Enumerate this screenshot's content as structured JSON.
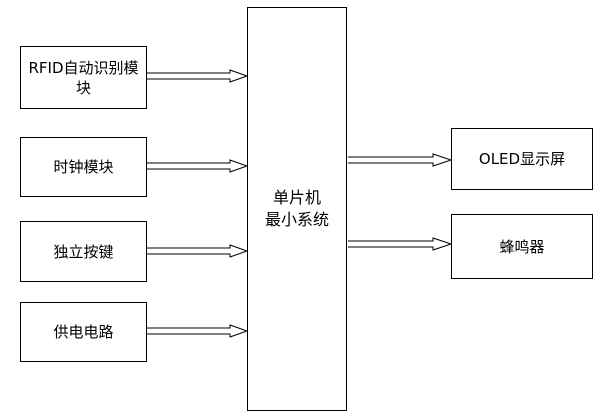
{
  "diagram": {
    "inputs": [
      {
        "id": "rfid",
        "label": "RFID自动识别模块"
      },
      {
        "id": "clock",
        "label": "时钟模块"
      },
      {
        "id": "keys",
        "label": "独立按键"
      },
      {
        "id": "power",
        "label": "供电电路"
      }
    ],
    "core": {
      "line1": "单片机",
      "line2": "最小系统"
    },
    "outputs": [
      {
        "id": "oled",
        "label": "OLED显示屏"
      },
      {
        "id": "buzzer",
        "label": "蜂鸣器"
      }
    ],
    "connections": [
      {
        "from": "rfid",
        "to": "core"
      },
      {
        "from": "clock",
        "to": "core"
      },
      {
        "from": "keys",
        "to": "core"
      },
      {
        "from": "power",
        "to": "core"
      },
      {
        "from": "core",
        "to": "oled"
      },
      {
        "from": "core",
        "to": "buzzer"
      }
    ]
  }
}
